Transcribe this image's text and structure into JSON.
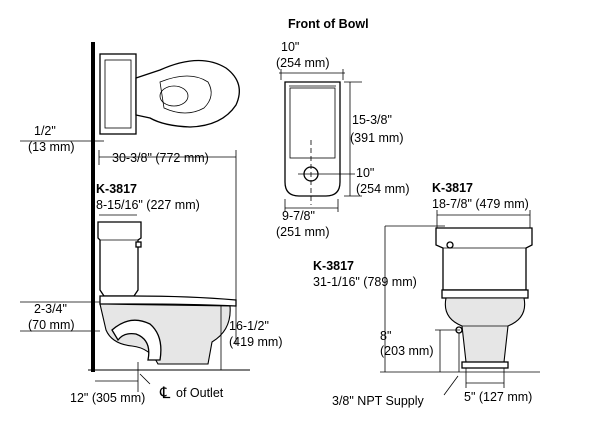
{
  "front_of_bowl": {
    "title": "Front of Bowl",
    "width_in": "10\"",
    "width_mm": "(254 mm)",
    "depth_in": "15-3/8\"",
    "depth_mm": "(391 mm)",
    "hole_in": "10\"",
    "hole_mm": "(254 mm)",
    "rear_in": "9-7/8\"",
    "rear_mm": "(251 mm)"
  },
  "side_view": {
    "wall_gap_in": "1/2\"",
    "wall_gap_mm": "(13 mm)",
    "length": "30-3/8\" (772 mm)",
    "model": "K-3817",
    "tank_depth": "8-15/16\" (227 mm)",
    "supply_height_in": "2-3/4\"",
    "supply_height_mm": "(70 mm)",
    "rim_height_in": "16-1/2\"",
    "rim_height_mm": "(419 mm)",
    "rough_in": "12\" (305 mm)",
    "centerline_symbol": "℄",
    "centerline_label": "of Outlet"
  },
  "front_view": {
    "model": "K-3817",
    "tank_width": "18-7/8\" (479 mm)",
    "height_model": "K-3817",
    "height": "31-1/16\" (789 mm)",
    "supply_in": "8\"",
    "supply_mm": "(203 mm)",
    "supply_label": "3/8\" NPT Supply",
    "base_width": "5\" (127 mm)"
  }
}
